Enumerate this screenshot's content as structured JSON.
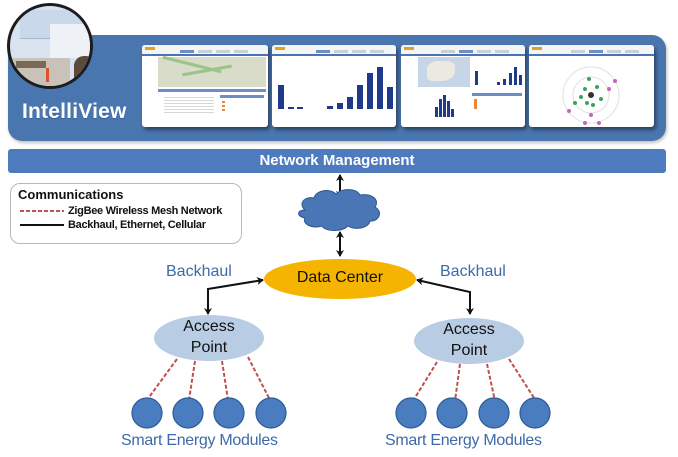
{
  "diagram": {
    "intelliview": {
      "title": "IntelliView",
      "screenshot_thumbnails": [
        {
          "name": "map-and-table-view"
        },
        {
          "name": "bar-chart-view"
        },
        {
          "name": "map-and-histogram-dashboard"
        },
        {
          "name": "network-topology-view"
        }
      ]
    },
    "network_management": {
      "label": "Network Management"
    },
    "legend": {
      "title": "Communications",
      "items": [
        {
          "label": "ZigBee Wireless Mesh Network",
          "style": "dashed",
          "color": "#c0504d"
        },
        {
          "label": "Backhaul, Ethernet, Cellular",
          "style": "solid",
          "color": "#111111"
        }
      ]
    },
    "cloud": {
      "icon": "cloud-icon",
      "color": "#4a76b6"
    },
    "data_center": {
      "label": "Data Center",
      "color": "#f5b400"
    },
    "backhaul_labels": [
      "Backhaul",
      "Backhaul"
    ],
    "access_points": [
      {
        "label_line1": "Access",
        "label_line2": "Point",
        "color": "#b8cce4"
      },
      {
        "label_line1": "Access",
        "label_line2": "Point",
        "color": "#b8cce4"
      }
    ],
    "module_groups": [
      {
        "label": "Smart Energy Modules",
        "count": 4,
        "color": "#4a7cc0"
      },
      {
        "label": "Smart Energy Modules",
        "count": 4,
        "color": "#4a7cc0"
      }
    ]
  }
}
